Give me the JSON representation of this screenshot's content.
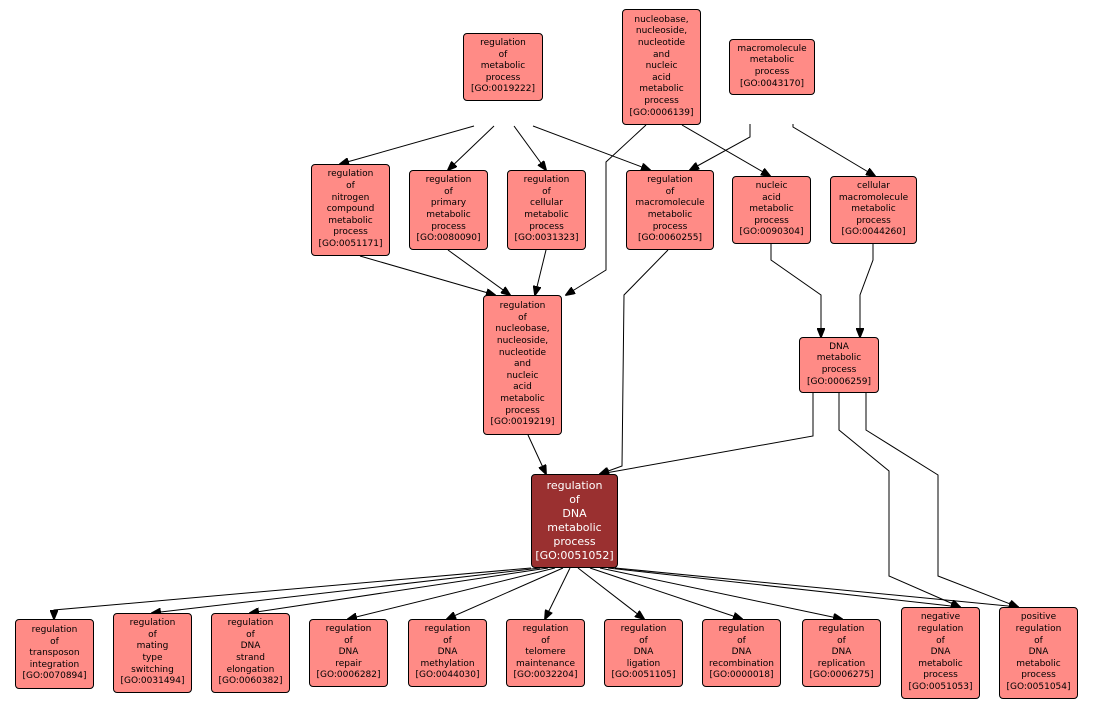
{
  "nodes": [
    {
      "id": "GO:0019222",
      "lines": [
        "regulation",
        "of",
        "metabolic",
        "process",
        "[GO:0019222]"
      ]
    },
    {
      "id": "GO:0006139",
      "lines": [
        "nucleobase,",
        "nucleoside,",
        "nucleotide",
        "and",
        "nucleic",
        "acid",
        "metabolic",
        "process",
        "[GO:0006139]"
      ]
    },
    {
      "id": "GO:0043170",
      "lines": [
        "macromolecule",
        "metabolic",
        "process",
        "[GO:0043170]"
      ]
    },
    {
      "id": "GO:0051171",
      "lines": [
        "regulation",
        "of",
        "nitrogen",
        "compound",
        "metabolic",
        "process",
        "[GO:0051171]"
      ]
    },
    {
      "id": "GO:0080090",
      "lines": [
        "regulation",
        "of",
        "primary",
        "metabolic",
        "process",
        "[GO:0080090]"
      ]
    },
    {
      "id": "GO:0031323",
      "lines": [
        "regulation",
        "of",
        "cellular",
        "metabolic",
        "process",
        "[GO:0031323]"
      ]
    },
    {
      "id": "GO:0060255",
      "lines": [
        "regulation",
        "of",
        "macromolecule",
        "metabolic",
        "process",
        "[GO:0060255]"
      ]
    },
    {
      "id": "GO:0090304",
      "lines": [
        "nucleic",
        "acid",
        "metabolic",
        "process",
        "[GO:0090304]"
      ]
    },
    {
      "id": "GO:0044260",
      "lines": [
        "cellular",
        "macromolecule",
        "metabolic",
        "process",
        "[GO:0044260]"
      ]
    },
    {
      "id": "GO:0019219",
      "lines": [
        "regulation",
        "of",
        "nucleobase,",
        "nucleoside,",
        "nucleotide",
        "and",
        "nucleic",
        "acid",
        "metabolic",
        "process",
        "[GO:0019219]"
      ]
    },
    {
      "id": "GO:0006259",
      "lines": [
        "DNA",
        "metabolic",
        "process",
        "[GO:0006259]"
      ]
    },
    {
      "id": "GO:0051052",
      "focus": true,
      "lines": [
        "regulation",
        "of",
        "DNA",
        "metabolic",
        "process",
        "[GO:0051052]"
      ]
    },
    {
      "id": "GO:0070894",
      "lines": [
        "regulation",
        "of",
        "transposon",
        "integration",
        "[GO:0070894]"
      ]
    },
    {
      "id": "GO:0031494",
      "lines": [
        "regulation",
        "of",
        "mating",
        "type",
        "switching",
        "[GO:0031494]"
      ]
    },
    {
      "id": "GO:0060382",
      "lines": [
        "regulation",
        "of",
        "DNA",
        "strand",
        "elongation",
        "[GO:0060382]"
      ]
    },
    {
      "id": "GO:0006282",
      "lines": [
        "regulation",
        "of",
        "DNA",
        "repair",
        "[GO:0006282]"
      ]
    },
    {
      "id": "GO:0044030",
      "lines": [
        "regulation",
        "of",
        "DNA",
        "methylation",
        "[GO:0044030]"
      ]
    },
    {
      "id": "GO:0032204",
      "lines": [
        "regulation",
        "of",
        "telomere",
        "maintenance",
        "[GO:0032204]"
      ]
    },
    {
      "id": "GO:0051105",
      "lines": [
        "regulation",
        "of",
        "DNA",
        "ligation",
        "[GO:0051105]"
      ]
    },
    {
      "id": "GO:0000018",
      "lines": [
        "regulation",
        "of",
        "DNA",
        "recombination",
        "[GO:0000018]"
      ]
    },
    {
      "id": "GO:0006275",
      "lines": [
        "regulation",
        "of",
        "DNA",
        "replication",
        "[GO:0006275]"
      ]
    },
    {
      "id": "GO:0051053",
      "lines": [
        "negative",
        "regulation",
        "of",
        "DNA",
        "metabolic",
        "process",
        "[GO:0051053]"
      ]
    },
    {
      "id": "GO:0051054",
      "lines": [
        "positive",
        "regulation",
        "of",
        "DNA",
        "metabolic",
        "process",
        "[GO:0051054]"
      ]
    }
  ],
  "edges": [
    {
      "from": "GO:0019222",
      "to": "GO:0051171"
    },
    {
      "from": "GO:0019222",
      "to": "GO:0080090"
    },
    {
      "from": "GO:0019222",
      "to": "GO:0031323"
    },
    {
      "from": "GO:0019222",
      "to": "GO:0060255"
    },
    {
      "from": "GO:0006139",
      "to": "GO:0090304"
    },
    {
      "from": "GO:0006139",
      "to": "GO:0019219"
    },
    {
      "from": "GO:0043170",
      "to": "GO:0060255"
    },
    {
      "from": "GO:0043170",
      "to": "GO:0044260"
    },
    {
      "from": "GO:0051171",
      "to": "GO:0019219"
    },
    {
      "from": "GO:0080090",
      "to": "GO:0019219"
    },
    {
      "from": "GO:0031323",
      "to": "GO:0019219"
    },
    {
      "from": "GO:0060255",
      "to": "GO:0051052"
    },
    {
      "from": "GO:0090304",
      "to": "GO:0006259"
    },
    {
      "from": "GO:0044260",
      "to": "GO:0006259"
    },
    {
      "from": "GO:0019219",
      "to": "GO:0051052"
    },
    {
      "from": "GO:0006259",
      "to": "GO:0051052"
    },
    {
      "from": "GO:0006259",
      "to": "GO:0051053"
    },
    {
      "from": "GO:0006259",
      "to": "GO:0051054"
    },
    {
      "from": "GO:0051052",
      "to": "GO:0070894"
    },
    {
      "from": "GO:0051052",
      "to": "GO:0031494"
    },
    {
      "from": "GO:0051052",
      "to": "GO:0060382"
    },
    {
      "from": "GO:0051052",
      "to": "GO:0006282"
    },
    {
      "from": "GO:0051052",
      "to": "GO:0044030"
    },
    {
      "from": "GO:0051052",
      "to": "GO:0032204"
    },
    {
      "from": "GO:0051052",
      "to": "GO:0051105"
    },
    {
      "from": "GO:0051052",
      "to": "GO:0000018"
    },
    {
      "from": "GO:0051052",
      "to": "GO:0006275"
    },
    {
      "from": "GO:0051052",
      "to": "GO:0051053"
    },
    {
      "from": "GO:0051052",
      "to": "GO:0051054"
    }
  ]
}
